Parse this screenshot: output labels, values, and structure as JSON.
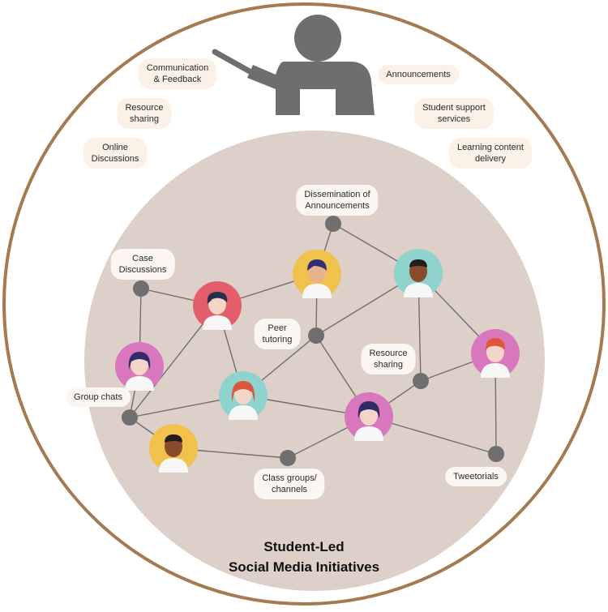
{
  "colors": {
    "ring": "#a57a51",
    "inner": "#ddd0c9",
    "node": "#6f6f6f",
    "line": "#6f6f6f",
    "label_bg": "#fbf1e6",
    "teacher": "#6e6e6e"
  },
  "teacher_roles": {
    "communication": "Communication\n& Feedback",
    "resource_sharing": "Resource\nsharing",
    "online_discussions": "Online\nDiscussions",
    "announcements": "Announcements",
    "student_support": "Student support\nservices",
    "learning_content": "Learning content\ndelivery"
  },
  "student_activities": {
    "dissemination": "Dissemination of\nAnnouncements",
    "case_discussions": "Case\nDiscussions",
    "peer_tutoring": "Peer\ntutoring",
    "resource_sharing": "Resource\nsharing",
    "group_chats": "Group chats",
    "class_groups": "Class groups/\nchannels",
    "tweetorials": "Tweetorials"
  },
  "avatars": [
    {
      "id": "a1",
      "bg": "#e35d6a",
      "hair": "#27304b",
      "shirt": "#f7f7f7"
    },
    {
      "id": "a2",
      "bg": "#f0c14b",
      "hair": "#332f71",
      "shirt": "#f7f7f7"
    },
    {
      "id": "a3",
      "bg": "#8fd3cf",
      "hair": "#231d1b",
      "shirt": "#f7f7f7"
    },
    {
      "id": "a4",
      "bg": "#d877bd",
      "hair": "#302e69",
      "shirt": "#f7f7f7"
    },
    {
      "id": "a5",
      "bg": "#8fd3cf",
      "hair": "#d9573e",
      "shirt": "#f7f7f7"
    },
    {
      "id": "a6",
      "bg": "#d877bd",
      "hair": "#2f2b64",
      "shirt": "#f7f7f7"
    },
    {
      "id": "a7",
      "bg": "#d877bd",
      "hair": "#e2553c",
      "shirt": "#f7f7f7"
    },
    {
      "id": "a8",
      "bg": "#f0c14b",
      "hair": "#231d1b",
      "shirt": "#f7f7f7"
    }
  ],
  "title": {
    "line1": "Student-Led",
    "line2": "Social Media Initiatives"
  }
}
